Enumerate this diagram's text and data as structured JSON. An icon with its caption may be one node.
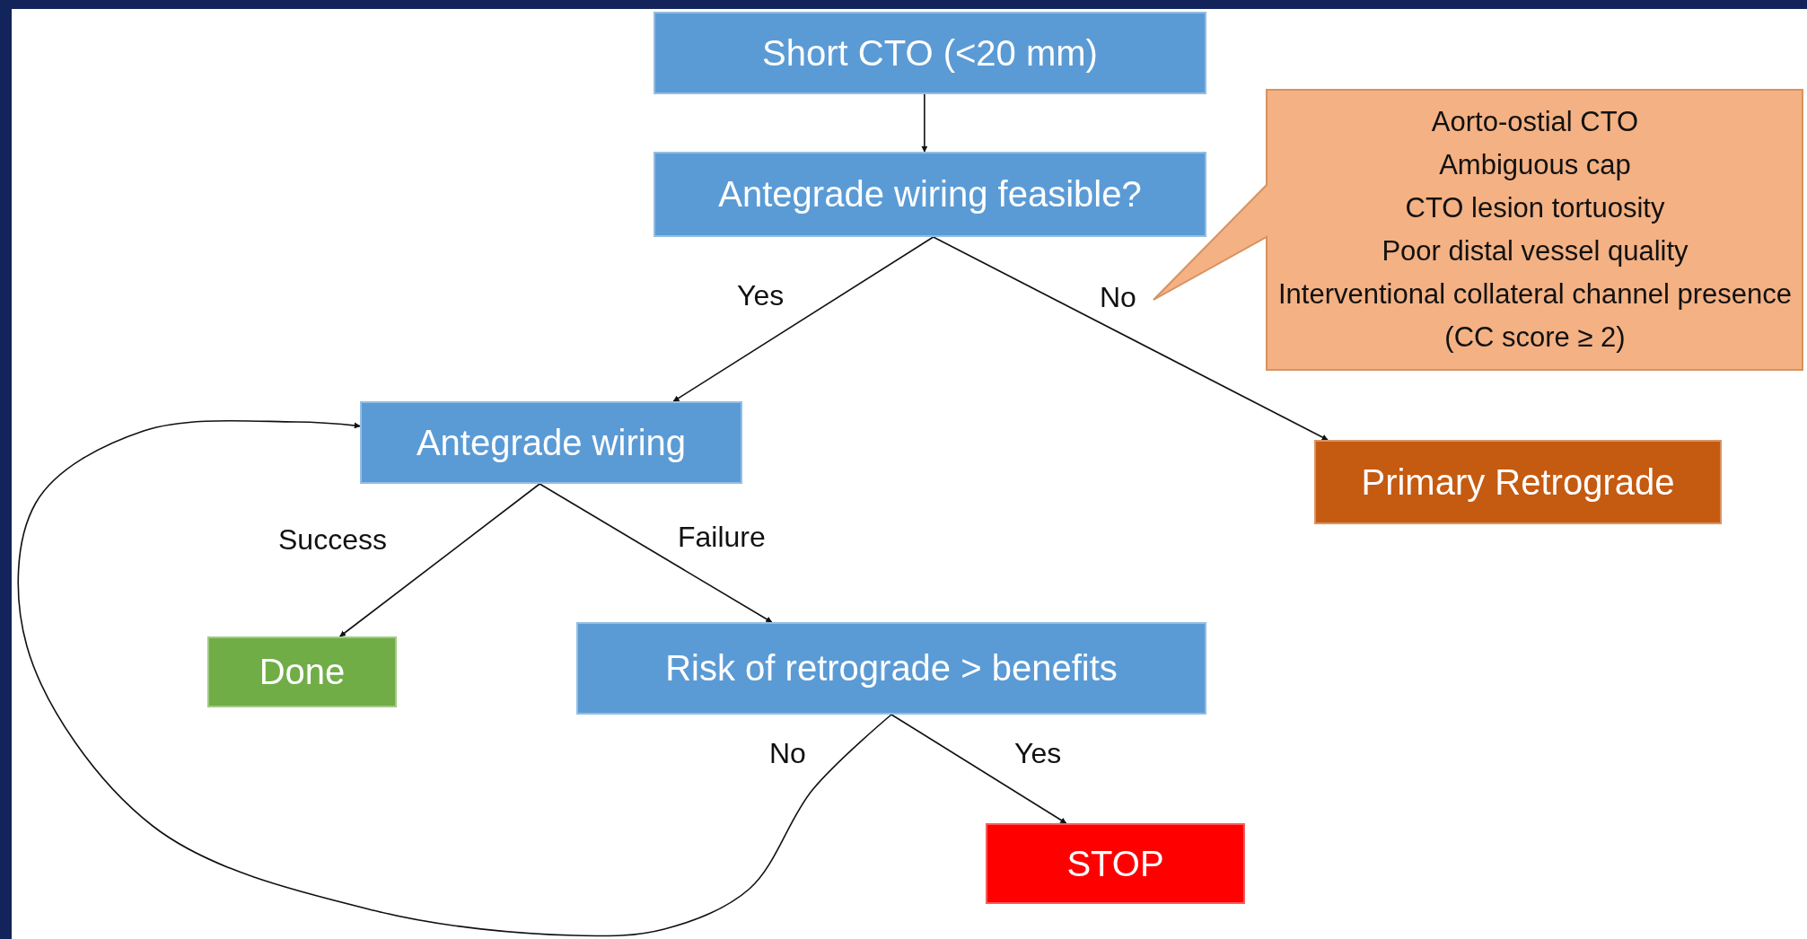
{
  "diagram": {
    "nodes": [
      {
        "text": [
          "Short CTO (<20 mm)"
        ]
      },
      {
        "text": [
          "Antegrade wiring feasible?"
        ]
      },
      {
        "text": [
          "Aorto-ostial CTO",
          "Ambiguous cap",
          "CTO lesion tortuosity",
          "Poor distal vessel quality",
          "Interventional collateral channel presence (CC score ≥ 2)"
        ]
      },
      {
        "text": [
          "Antegrade wiring"
        ]
      },
      {
        "text": [
          "Primary Retrograde"
        ]
      },
      {
        "text": [
          "Done"
        ]
      },
      {
        "text": [
          "Risk of retrograde > benefits"
        ]
      },
      {
        "text": [
          "STOP"
        ]
      }
    ],
    "edges": [
      {
        "from": 0,
        "to": 1,
        "arrow": "to"
      },
      {
        "from": 1,
        "to": 3,
        "arrow": "to",
        "label": "Yes"
      },
      {
        "from": 1,
        "to": 4,
        "arrow": "to",
        "label": "No"
      },
      {
        "from": 3,
        "to": 5,
        "arrow": "to",
        "label": "Success"
      },
      {
        "from": 3,
        "to": 6,
        "arrow": "to",
        "label": "Failure"
      },
      {
        "from": 6,
        "to": 7,
        "arrow": "to",
        "label": "Yes"
      },
      {
        "from": 6,
        "to": 3,
        "arrow": "to",
        "label": "No"
      }
    ]
  }
}
